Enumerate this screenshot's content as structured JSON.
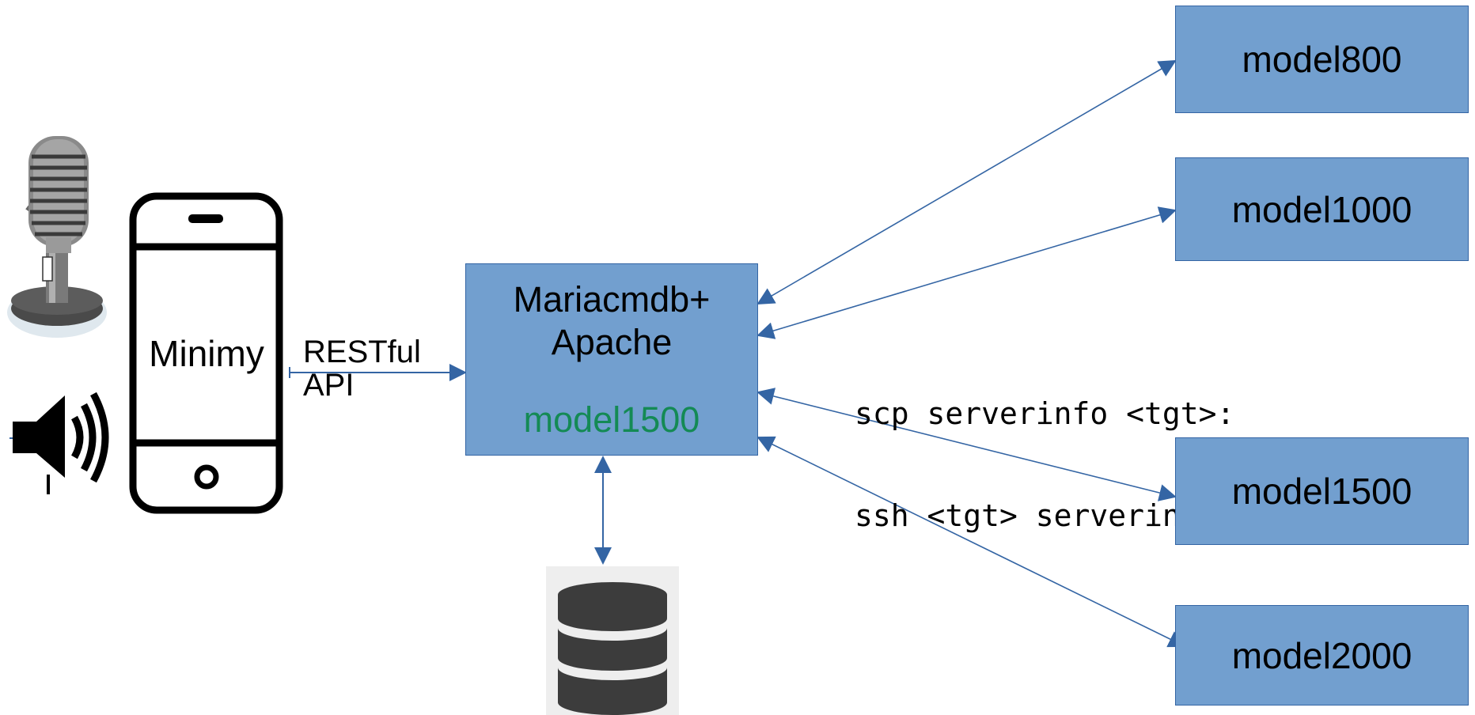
{
  "colors": {
    "box_fill": "#729fcf",
    "box_border": "#3465a4",
    "arrow": "#3465a4",
    "highlight_text": "#148a55",
    "icon_dark": "#3c3c3c"
  },
  "icons": [
    "microphone-icon",
    "speaker-icon",
    "smartphone-icon",
    "database-icon"
  ],
  "phone": {
    "label": "Minimy"
  },
  "link": {
    "line1": "RESTful",
    "line2": "API"
  },
  "server": {
    "line1": "Mariacmdb+",
    "line2": "Apache",
    "host": "model1500"
  },
  "commands": {
    "line1": "scp serverinfo <tgt>:",
    "line2": "ssh <tgt> serverinfo"
  },
  "targets": [
    {
      "name": "model800"
    },
    {
      "name": "model1000"
    },
    {
      "name": "model1500"
    },
    {
      "name": "model2000"
    }
  ]
}
